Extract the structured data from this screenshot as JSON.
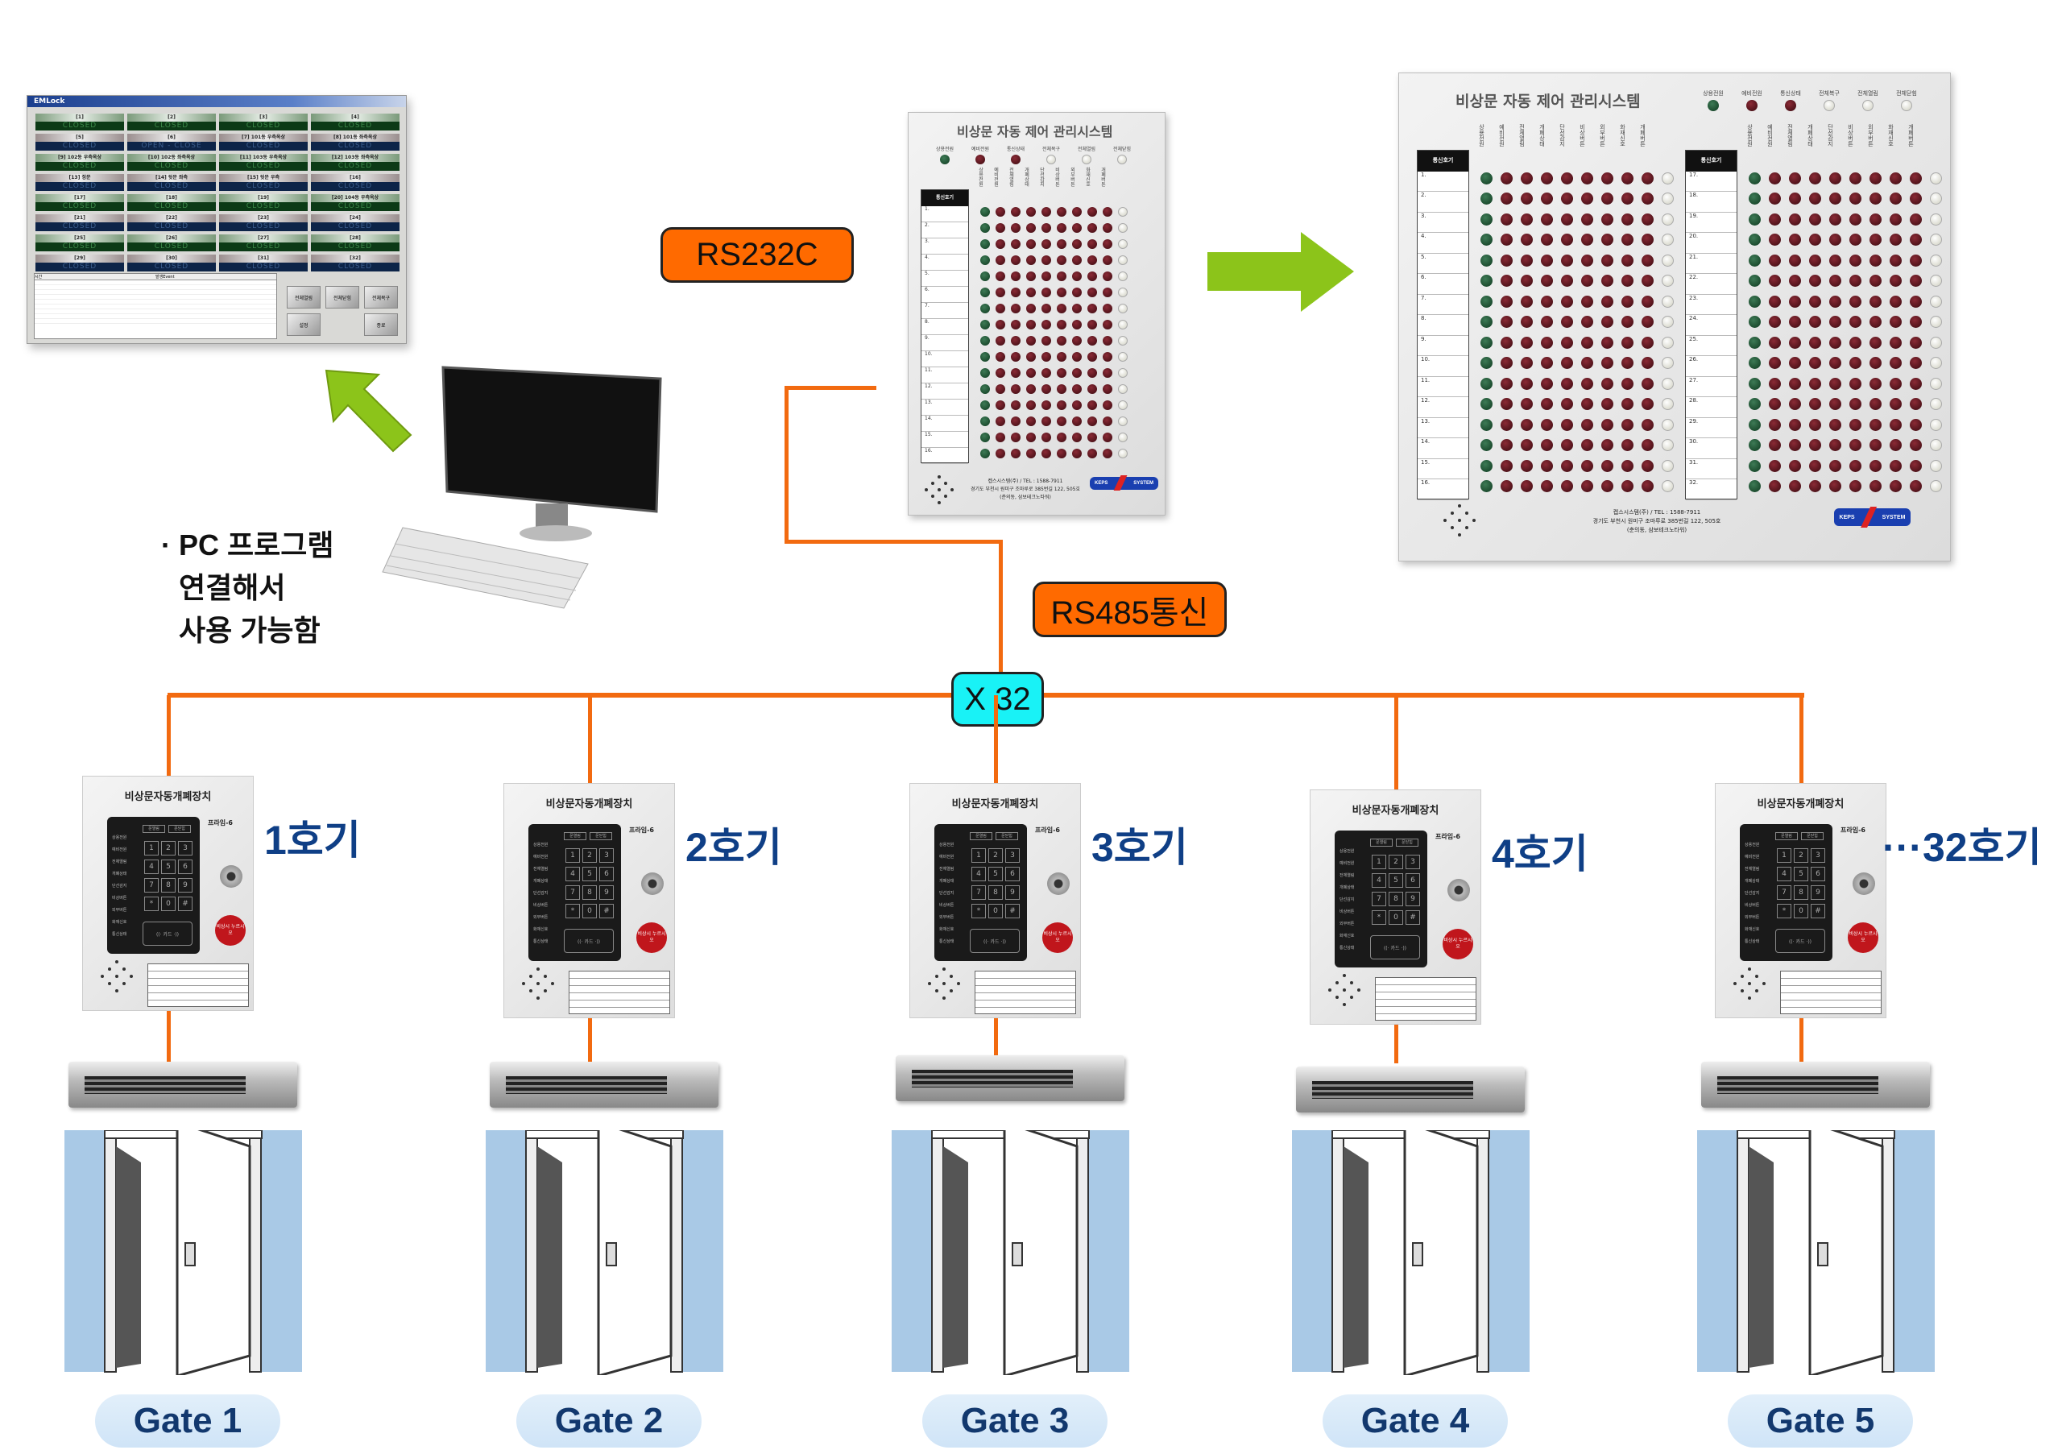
{
  "pc_program": {
    "window_title": "EMLock",
    "tiles": [
      {
        "label": "[1]",
        "status": "CLOSED"
      },
      {
        "label": "[2]",
        "status": "CLOSED"
      },
      {
        "label": "[3]",
        "status": "CLOSED"
      },
      {
        "label": "[4]",
        "status": "CLOSED"
      },
      {
        "label": "[5]",
        "status": "CLOSED"
      },
      {
        "label": "[6]",
        "status": "OPEN - CLOSE"
      },
      {
        "label": "[7] 101동 우측옥상",
        "status": "CLOSED"
      },
      {
        "label": "[8] 101동 좌측옥상",
        "status": "CLOSED"
      },
      {
        "label": "[9] 102동 우측옥상",
        "status": "CLOSED"
      },
      {
        "label": "[10] 102동 좌측옥상",
        "status": "CLOSED"
      },
      {
        "label": "[11] 103동 우측옥상",
        "status": "CLOSED"
      },
      {
        "label": "[12] 103동 좌측옥상",
        "status": "CLOSED"
      },
      {
        "label": "[13] 정문",
        "status": "CLOSED"
      },
      {
        "label": "[14] 뒷문 좌측",
        "status": "CLOSED"
      },
      {
        "label": "[15] 뒷문 우측",
        "status": "CLOSED"
      },
      {
        "label": "[16]",
        "status": "CLOSED"
      },
      {
        "label": "[17]",
        "status": "CLOSED"
      },
      {
        "label": "[18]",
        "status": "CLOSED"
      },
      {
        "label": "[19]",
        "status": "CLOSED"
      },
      {
        "label": "[20] 104동 우측옥상",
        "status": "CLOSED"
      },
      {
        "label": "[21]",
        "status": "CLOSED"
      },
      {
        "label": "[22]",
        "status": "CLOSED"
      },
      {
        "label": "[23]",
        "status": "CLOSED"
      },
      {
        "label": "[24]",
        "status": "CLOSED"
      },
      {
        "label": "[25]",
        "status": "CLOSED"
      },
      {
        "label": "[26]",
        "status": "CLOSED"
      },
      {
        "label": "[27]",
        "status": "CLOSED"
      },
      {
        "label": "[28]",
        "status": "CLOSED"
      },
      {
        "label": "[29]",
        "status": "CLOSED"
      },
      {
        "label": "[30]",
        "status": "CLOSED"
      },
      {
        "label": "[31]",
        "status": "CLOSED"
      },
      {
        "label": "[32]",
        "status": "CLOSED"
      }
    ],
    "log_headers": [
      "시간",
      "발생Event"
    ],
    "buttons": [
      "전체열림",
      "전체닫힘",
      "전체복구",
      "설정",
      "",
      "종료"
    ]
  },
  "pc_note": [
    "· PC 프로그램",
    "연결해서",
    "사용 가능함"
  ],
  "labels": {
    "rs232c": "RS232C",
    "rs485": "RS485통신",
    "x32": "X 32"
  },
  "panel": {
    "title": "비상문 자동 제어 관리시스템",
    "indicators": [
      "상용전원",
      "예비전원",
      "통신상태",
      "전체복구",
      "전체열림",
      "전체닫힘"
    ],
    "columns": [
      "상용전원",
      "예비전원",
      "전체열림",
      "개폐상태",
      "단선감지",
      "비상버튼",
      "외부버튼",
      "화재신호",
      "개폐버튼"
    ],
    "row_header": "통신호기",
    "footer": [
      "켑스시스템(주) / TEL : 1588-7911",
      "경기도 부천시 원미구 조마루로 385번길 122, 505호",
      "(춘의동, 삼보테크노타워)"
    ],
    "logo": [
      "KEPS",
      "SYSTEM"
    ]
  },
  "device": {
    "title": "비상문자동개폐장치",
    "model": "프라임-6",
    "door_buttons": [
      "문열림",
      "문닫힘"
    ],
    "status_list": [
      "상용전원",
      "예비전원",
      "전체열림",
      "개폐상태",
      "단선감지",
      "비상버튼",
      "외부버튼",
      "화재신호",
      "통신상태"
    ],
    "keys": [
      "1",
      "2",
      "3",
      "4",
      "5",
      "6",
      "7",
      "8",
      "9",
      "*",
      "0",
      "#"
    ],
    "card": "((· 카드 ·))",
    "emergency": "비상시 누르시오"
  },
  "units": [
    {
      "name": "1호기",
      "gate": "Gate 1"
    },
    {
      "name": "2호기",
      "gate": "Gate 2"
    },
    {
      "name": "3호기",
      "gate": "Gate 3"
    },
    {
      "name": "4호기",
      "gate": "Gate 4"
    },
    {
      "name": "···32호기",
      "gate": "Gate 5"
    }
  ],
  "colors": {
    "line": "#f26a10",
    "label_orange": "#ff6a00",
    "x32_cyan": "#19f2f6",
    "arrow_green": "#8cc41a",
    "hoki_blue": "#0f3f86"
  }
}
